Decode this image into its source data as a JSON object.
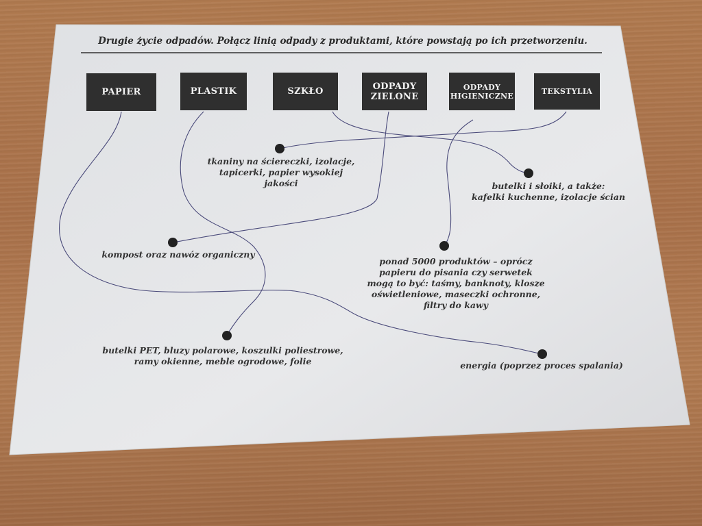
{
  "title": "Drugie życie odpadów. Połącz linią odpady z produktami, które powstają po ich przetworzeniu.",
  "categories": [
    {
      "label": "PAPIER"
    },
    {
      "label": "PLASTIK"
    },
    {
      "label": "SZKŁO"
    },
    {
      "label": "ODPADY\nZIELONE"
    },
    {
      "label": "ODPADY\nHIGIENICZNE"
    },
    {
      "label": "TEKSTYLIA"
    }
  ],
  "products": [
    {
      "text": "tkaniny na ściereczki, izolacje,\ntapicerki, papier wysokiej\njakości"
    },
    {
      "text": "butelki i słoiki, a także:\nkafelki kuchenne, izolacje ścian"
    },
    {
      "text": "kompost oraz nawóz organiczny"
    },
    {
      "text": "ponad 5000 produktów – oprócz\npapieru do pisania czy serwetek\nmogą to być: taśmy, banknoty, klosze\noświetleniowe, maseczki ochronne,\nfiltry do kawy"
    },
    {
      "text": "butelki PET, bluzy polarowe, koszulki poliestrowe,\nramy okienne, meble ogrodowe, folie"
    },
    {
      "text": "energia (poprzez proces spalania)"
    }
  ],
  "colors": {
    "paper": "#e4e5e7",
    "box": "#2f2f2f",
    "ink": "#4a4a7a",
    "table": "#a9714a"
  }
}
